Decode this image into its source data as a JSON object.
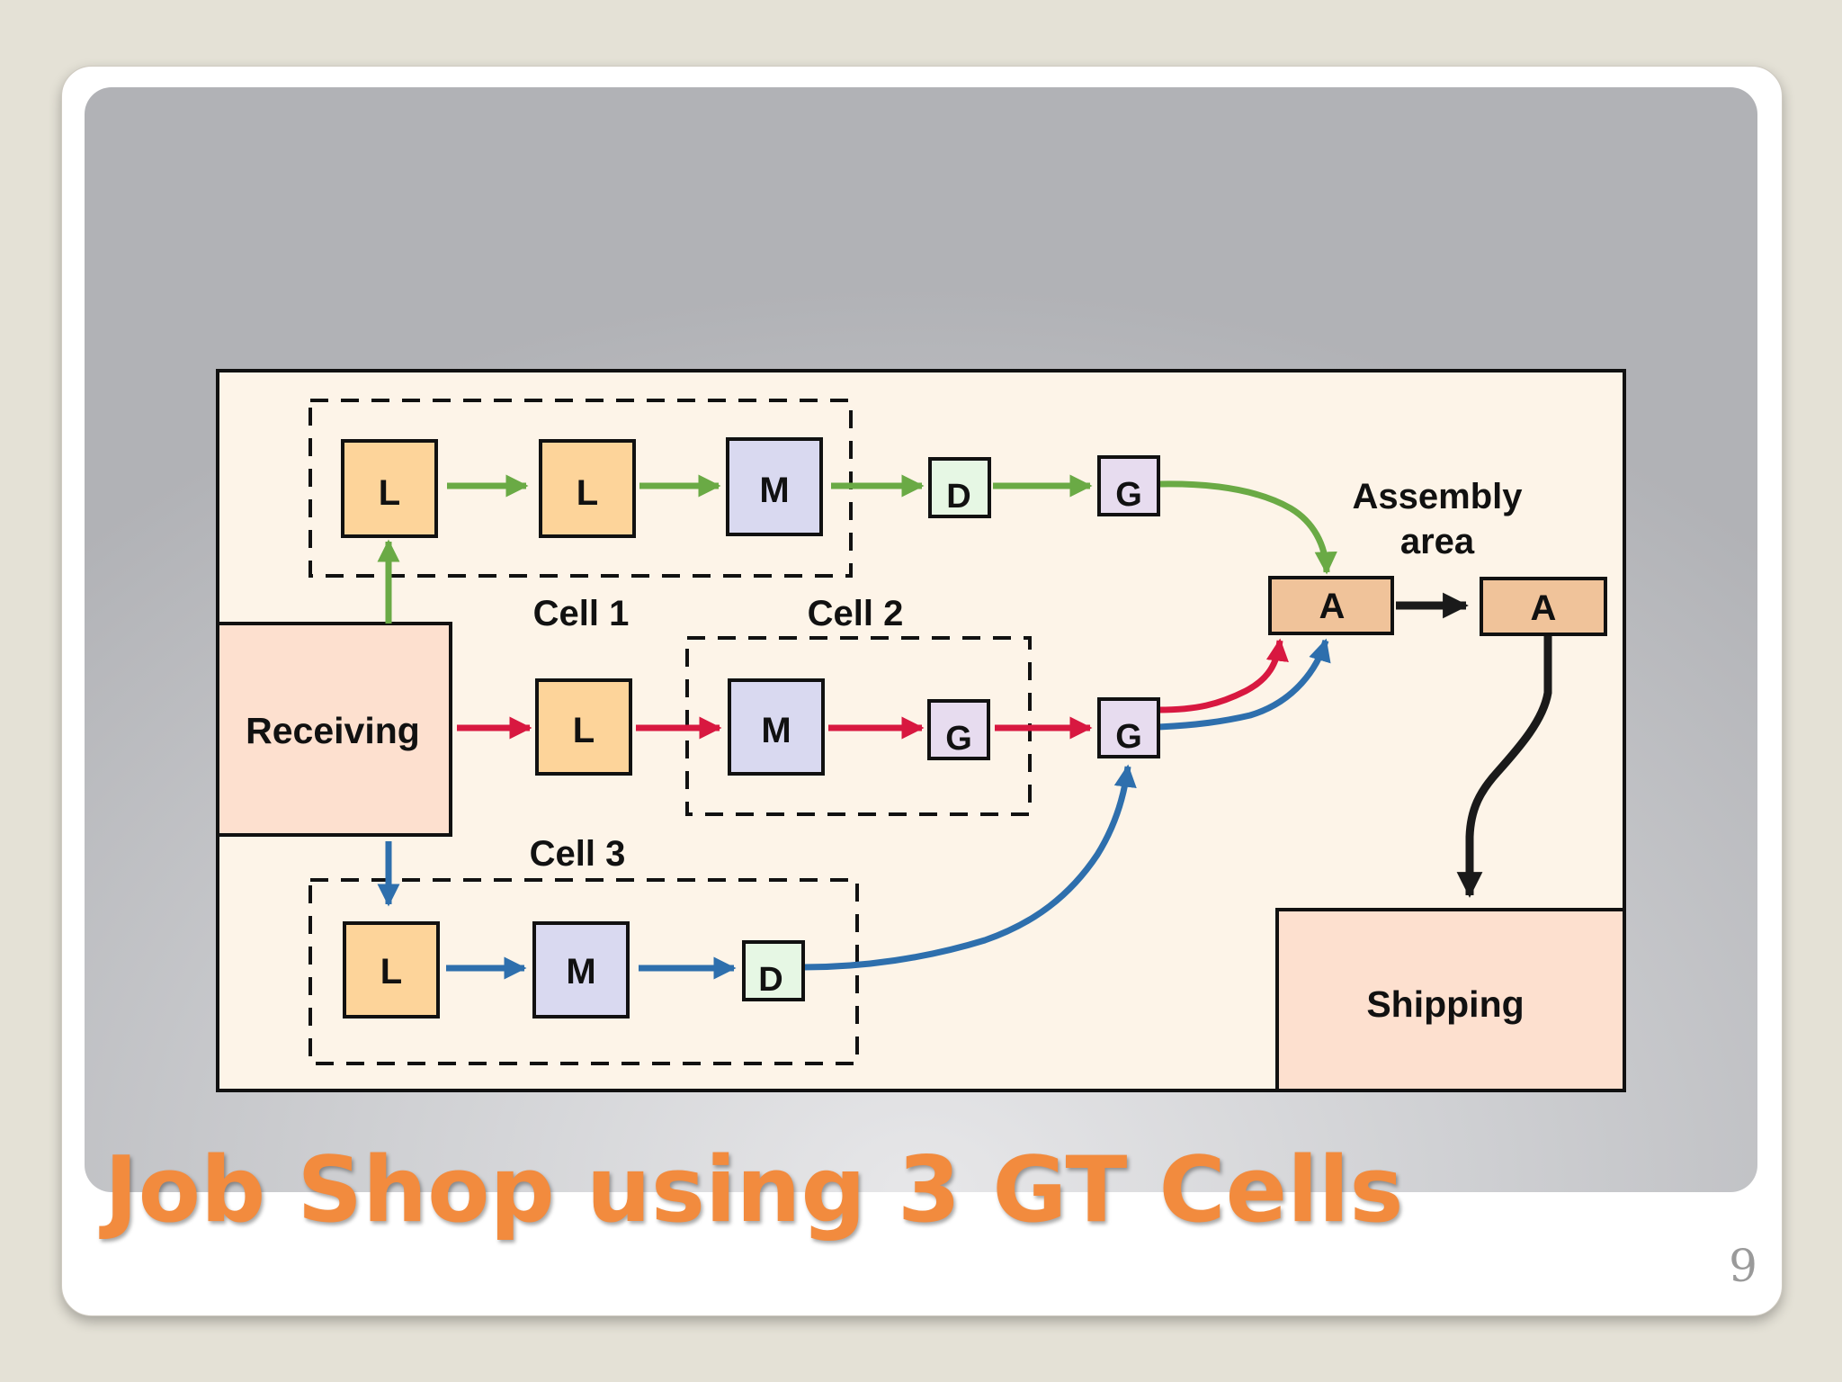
{
  "slide": {
    "title": "Job Shop using 3 GT Cells",
    "page_number": "9"
  },
  "diagram": {
    "receiving": "Receiving",
    "shipping": "Shipping",
    "assembly_label": [
      "Assembly",
      "area"
    ],
    "cells": {
      "cell1": "Cell 1",
      "cell2": "Cell 2",
      "cell3": "Cell 3"
    },
    "machines": {
      "top_l1": "L",
      "top_l2": "L",
      "top_m": "M",
      "top_d": "D",
      "top_g": "G",
      "mid_l": "L",
      "mid_m": "M",
      "mid_g1": "G",
      "mid_g2": "G",
      "bot_l": "L",
      "bot_m": "M",
      "bot_d": "D",
      "asm_a1": "A",
      "asm_a2": "A"
    },
    "flow_colors": {
      "cell1_route": "#6aaa45",
      "cell2_route": "#d81840",
      "cell3_route": "#2e6fad",
      "assembly_route": "#1a1a1a"
    },
    "box_colors": {
      "lathe": "#fdd49a",
      "mill": "#d9d9f0",
      "drill": "#e6f7e4",
      "grinder": "#e7dcef",
      "assembly": "#f0c39a",
      "department": "#fde0cf",
      "background": "#fdf4e8"
    }
  }
}
